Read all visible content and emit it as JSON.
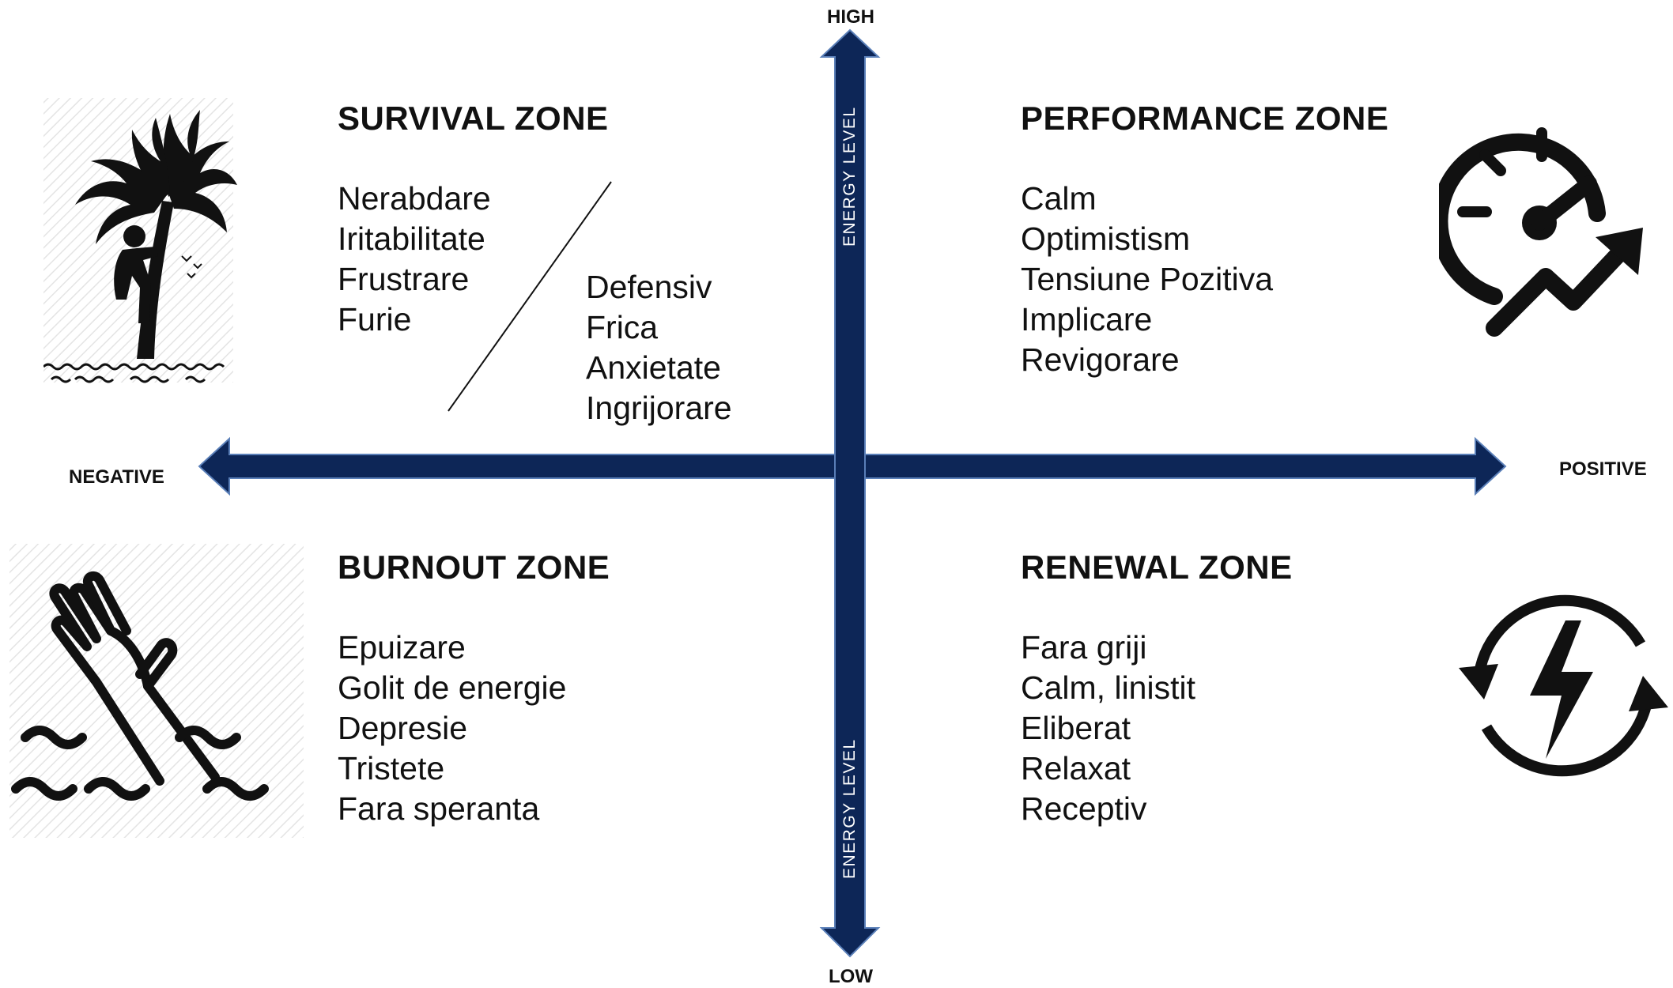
{
  "axes": {
    "top": "HIGH",
    "bottom": "LOW",
    "left": "NEGATIVE",
    "right": "POSITIVE",
    "vertical_label_top": "ENERGY LEVEL",
    "vertical_label_bottom": "ENERGY LEVEL",
    "arrow_color": "#0d2657"
  },
  "zones": {
    "survival": {
      "title": "SURVIVAL ZONE",
      "items_left": [
        "Nerabdare",
        "Iritabilitate",
        "Frustrare",
        "Furie"
      ],
      "items_right": [
        "Defensiv",
        "Frica",
        "Anxietate",
        "Ingrijorare"
      ],
      "icon": "palm-tree-climber-icon"
    },
    "performance": {
      "title": "PERFORMANCE ZONE",
      "items": [
        "Calm",
        "Optimistism",
        "Tensiune Pozitiva",
        "Implicare",
        "Revigorare"
      ],
      "icon": "speedometer-trend-icon"
    },
    "burnout": {
      "title": "BURNOUT ZONE",
      "items": [
        "Epuizare",
        "Golit de energie",
        "Depresie",
        "Tristete",
        "Fara speranta"
      ],
      "icon": "drowning-hand-icon"
    },
    "renewal": {
      "title": "RENEWAL ZONE",
      "items": [
        "Fara griji",
        "Calm, linistit",
        "Eliberat",
        "Relaxat",
        "Receptiv"
      ],
      "icon": "lightning-cycle-icon"
    }
  }
}
